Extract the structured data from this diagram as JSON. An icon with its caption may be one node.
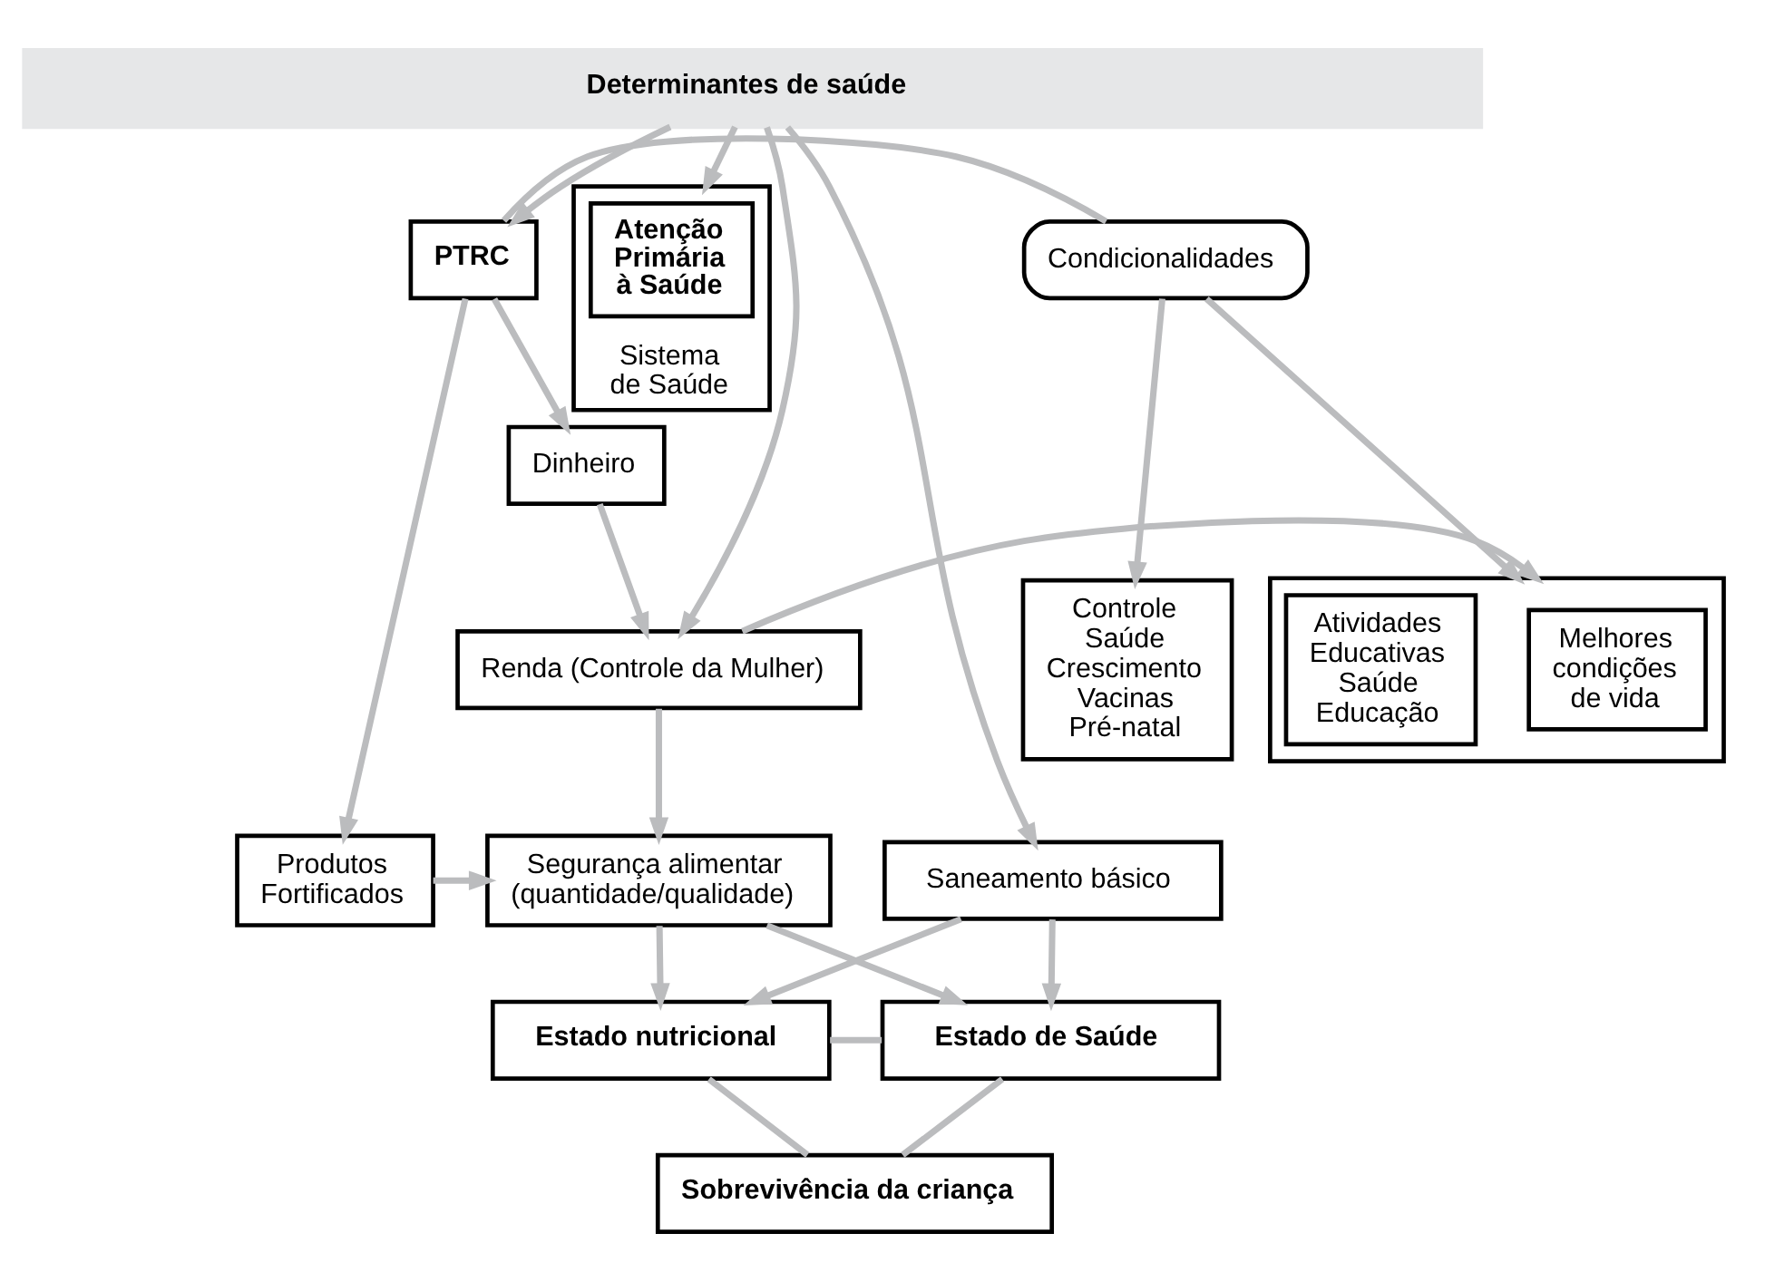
{
  "diagram": {
    "nodes": [
      {
        "text": [
          "Determinantes de saúde"
        ]
      },
      {
        "text": [
          "PTRC"
        ]
      },
      {
        "text": [
          "Condicionalidades"
        ]
      },
      {
        "text": [],
        "shape": "box"
      },
      {
        "text": [
          "Melhores condições de vida"
        ],
        "in": 3
      },
      {
        "text": [
          "Atividades Educativas Saúde Educação"
        ],
        "in": 3
      },
      {
        "text": [
          "Controle Saúde Crescimento Vacinas Pré-natal"
        ]
      },
      {
        "text": [
          "Sistema de Saúde"
        ]
      },
      {
        "text": [
          "Atenção Primária à Saúde"
        ],
        "in": 7
      },
      {
        "text": [
          "Dinheiro"
        ]
      },
      {
        "text": [
          "Renda (Controle da Mulher)"
        ]
      },
      {
        "text": [
          "Produtos Fortificados"
        ]
      },
      {
        "text": [
          "Segurança alimentar (quantidade/qualidade)"
        ]
      },
      {
        "text": [
          "Saneamento básico"
        ]
      },
      {
        "text": [
          "Estado nutricional"
        ]
      },
      {
        "text": [
          "Estado de Saúde"
        ]
      },
      {
        "text": [
          "Sobrevivência da criança"
        ]
      }
    ],
    "edges": [
      {
        "from": 0,
        "to": 1,
        "arrow": "to"
      },
      {
        "from": 0,
        "to": 10,
        "arrow": "to"
      },
      {
        "from": 0,
        "to": 7,
        "arrow": "to"
      },
      {
        "from": 0,
        "to": 13,
        "arrow": "to"
      },
      {
        "from": 1,
        "to": 2,
        "arrow": "none"
      },
      {
        "from": 2,
        "to": 3,
        "arrow": "to"
      },
      {
        "from": 2,
        "to": 6,
        "arrow": "to"
      },
      {
        "from": 1,
        "to": 9,
        "arrow": "to"
      },
      {
        "from": 1,
        "to": 11,
        "arrow": "to"
      },
      {
        "from": 9,
        "to": 10,
        "arrow": "to"
      },
      {
        "from": 10,
        "to": 3,
        "arrow": "to"
      },
      {
        "from": 10,
        "to": 12,
        "arrow": "to"
      },
      {
        "from": 11,
        "to": 12,
        "arrow": "to"
      },
      {
        "from": 12,
        "to": 14,
        "arrow": "to"
      },
      {
        "from": 12,
        "to": 15,
        "arrow": "to"
      },
      {
        "from": 13,
        "to": 14,
        "arrow": "to"
      },
      {
        "from": 13,
        "to": 15,
        "arrow": "to"
      },
      {
        "from": 14,
        "to": 15,
        "arrow": "none"
      },
      {
        "from": 14,
        "to": 16,
        "arrow": "none"
      },
      {
        "from": 15,
        "to": 16,
        "arrow": "none"
      }
    ]
  }
}
